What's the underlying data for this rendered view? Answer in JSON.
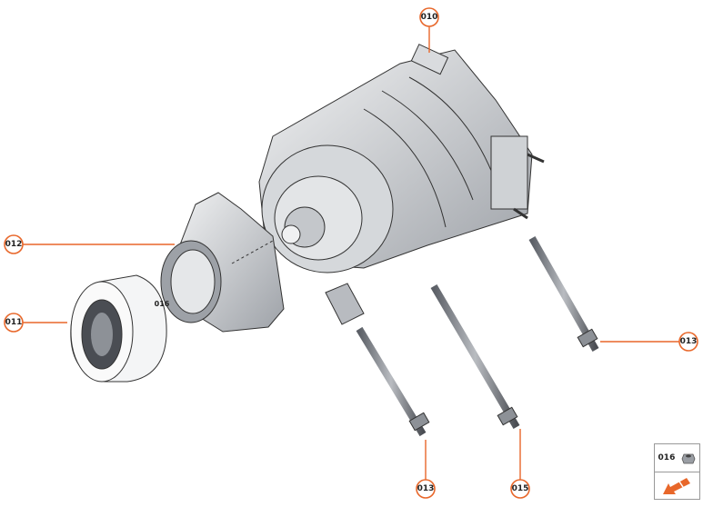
{
  "diagram": {
    "callouts": [
      {
        "id": "010",
        "label": "010"
      },
      {
        "id": "012",
        "label": "012"
      },
      {
        "id": "011",
        "label": "011"
      },
      {
        "id": "013a",
        "label": "013"
      },
      {
        "id": "013b",
        "label": "013"
      },
      {
        "id": "015",
        "label": "015"
      }
    ],
    "inline_label": "016",
    "legend": {
      "item_label": "016",
      "item_icon": "nut-icon",
      "nav_icon": "orange-arrow-icon"
    },
    "colors": {
      "accent": "#e8672a",
      "part": "#c9ccd0",
      "outline": "#333333"
    }
  }
}
